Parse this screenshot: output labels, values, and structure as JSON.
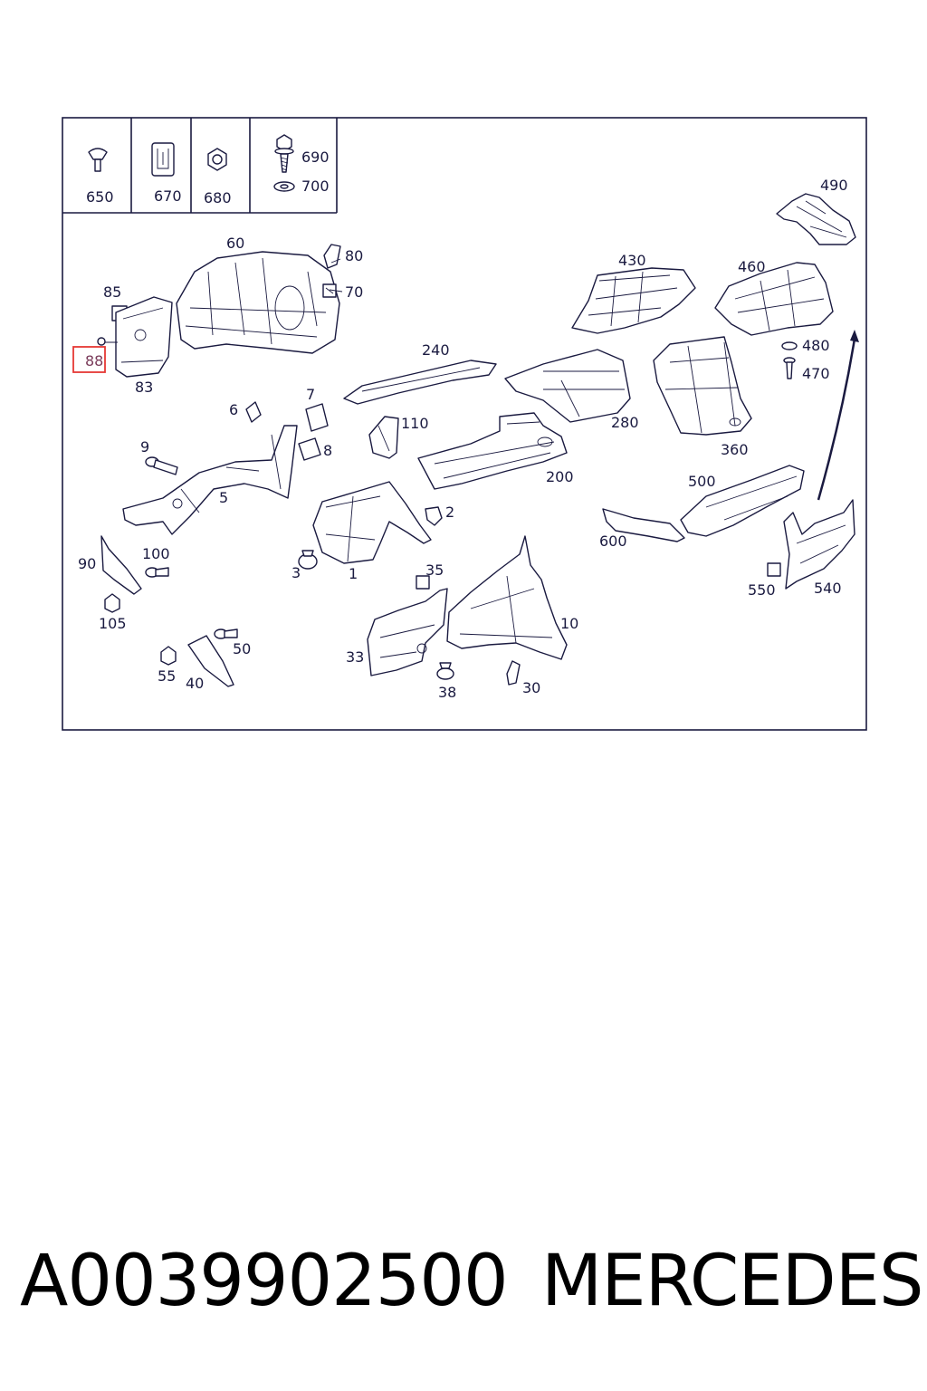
{
  "legend": {
    "items": [
      {
        "id": "650",
        "icon": "screw-icon"
      },
      {
        "id": "670",
        "icon": "clip-icon"
      },
      {
        "id": "680",
        "icon": "nut-icon"
      },
      {
        "id": "690",
        "icon": "bolt-icon"
      },
      {
        "id": "700",
        "icon": "washer-icon"
      }
    ]
  },
  "parts": [
    "490",
    "60",
    "80",
    "70",
    "430",
    "460",
    "85",
    "88",
    "83",
    "240",
    "480",
    "470",
    "6",
    "7",
    "110",
    "280",
    "360",
    "8",
    "9",
    "200",
    "5",
    "500",
    "2",
    "600",
    "100",
    "90",
    "3",
    "1",
    "35",
    "550",
    "540",
    "105",
    "10",
    "50",
    "33",
    "55",
    "40",
    "38",
    "30"
  ],
  "highlighted_part": "88",
  "footer": {
    "part_number": "A0039902500",
    "brand": "MERCEDES"
  },
  "colors": {
    "line": "#1a1a40",
    "highlight": "#e53935"
  }
}
